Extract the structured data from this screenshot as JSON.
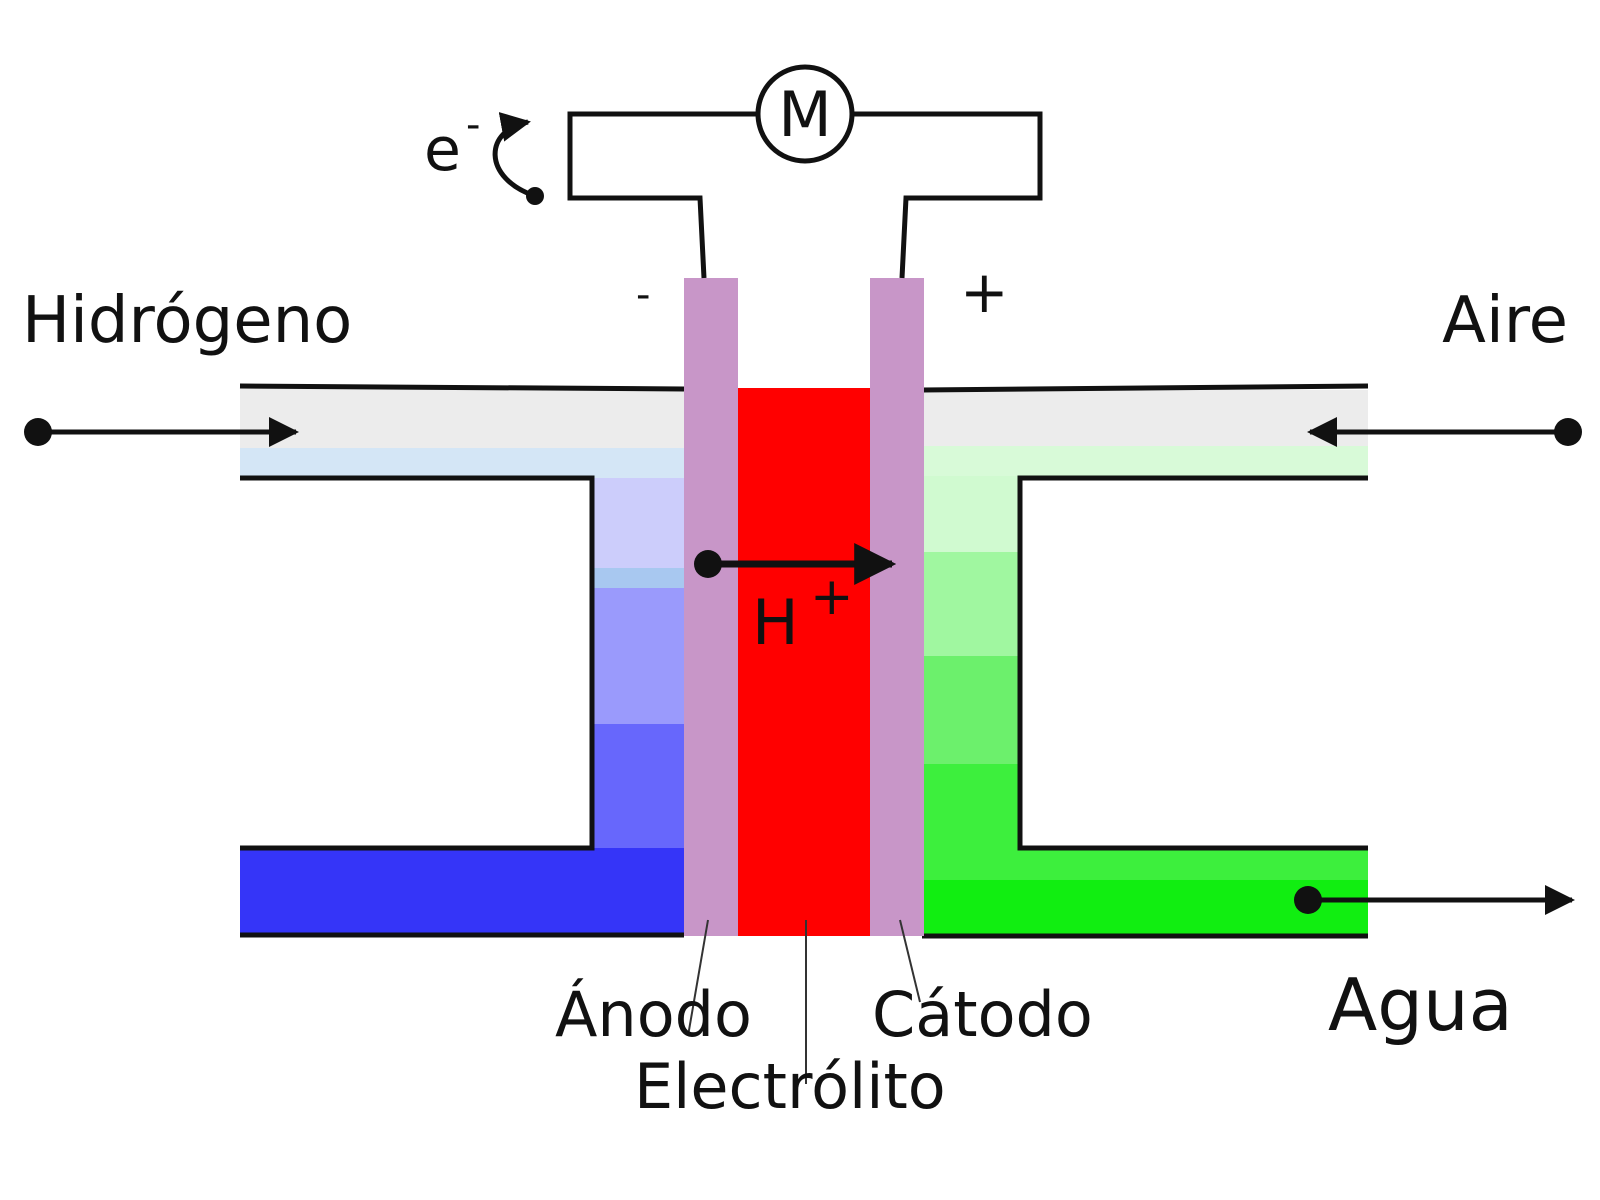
{
  "labels": {
    "hydrogen": "Hidrógeno",
    "air": "Aire",
    "water": "Agua",
    "anode": "Ánodo",
    "cathode": "Cátodo",
    "electrolyte": "Electrólito",
    "motor": "M",
    "electron": "e",
    "electron_sup": "-",
    "proton": "H",
    "proton_sup": "+",
    "negative": "-",
    "positive": "+"
  },
  "colors": {
    "electrode": "#c896c8",
    "electrolyte": "#ff0000",
    "anode_gas": "#ececec",
    "anode_fill_1": "#cccdfb",
    "anode_fill_2": "#9a9afc",
    "anode_fill_3": "#6767fc",
    "anode_fill_4": "#3535f8",
    "cathode_fill_1": "#d0fad0",
    "cathode_fill_2": "#a0f7a0",
    "cathode_fill_3": "#6cf06c",
    "cathode_fill_4": "#3def3d",
    "cathode_fill_5": "#11ee11",
    "line": "#111111"
  }
}
